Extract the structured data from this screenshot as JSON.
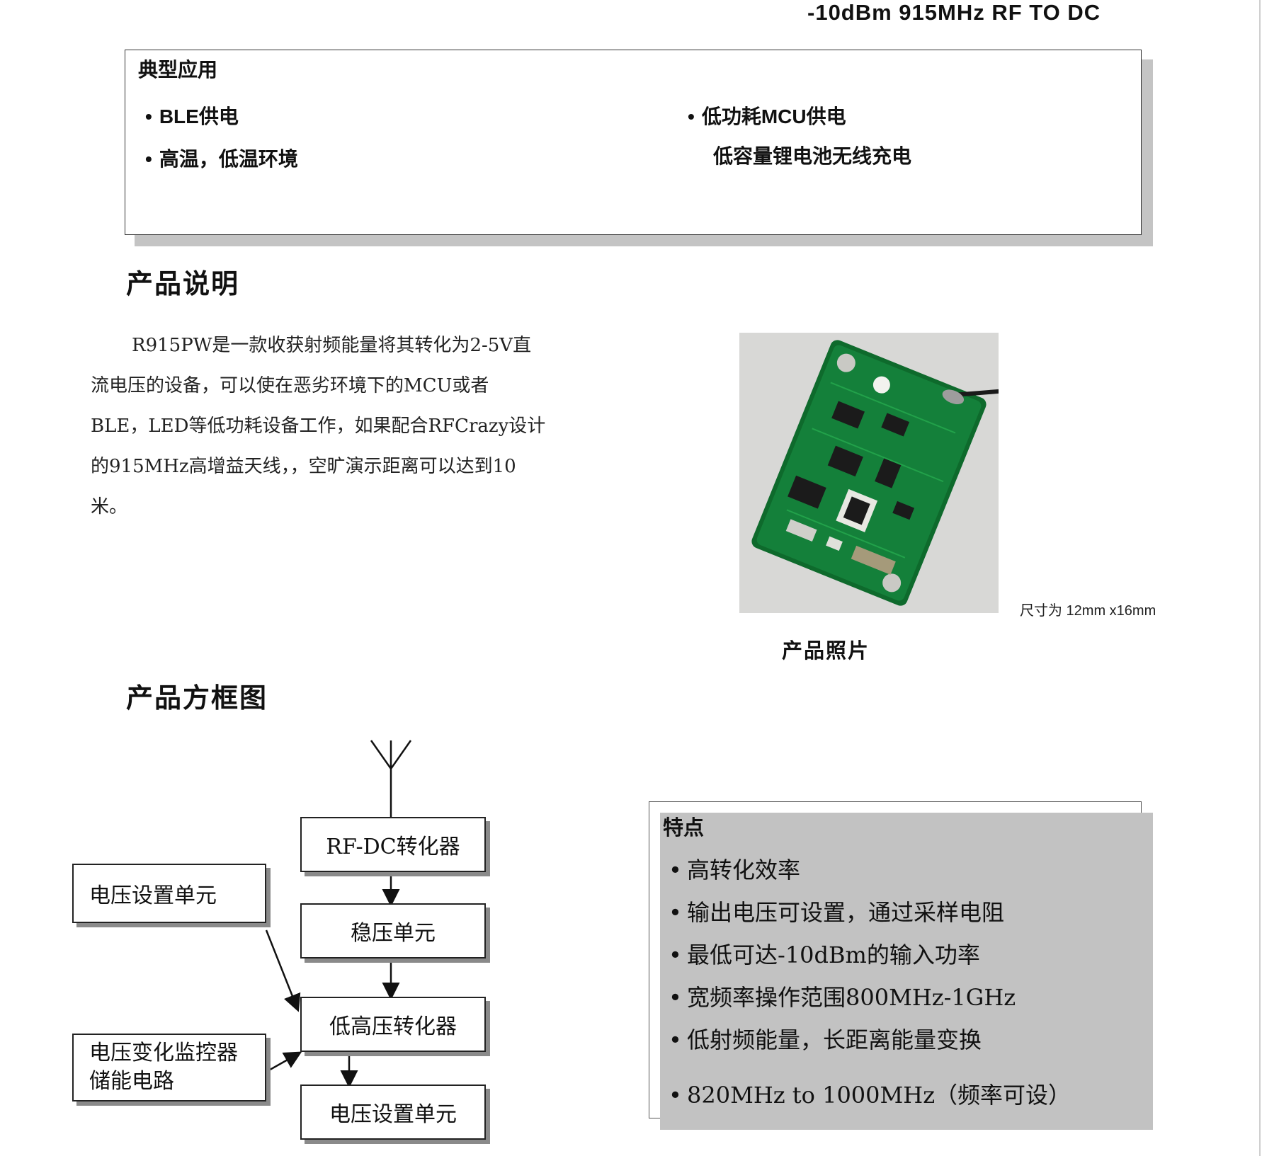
{
  "header": {
    "title": "-10dBm 915MHz RF TO DC"
  },
  "applications": {
    "title": "典型应用",
    "items": [
      "BLE供电",
      "高温，低温环境",
      "低功耗MCU供电",
      "低容量锂电池无线充电"
    ]
  },
  "description": {
    "title": "产品说明",
    "lines": [
      "R915PW是一款收获射频能量将其转化为2-5V直",
      "流电压的设备，可以使在恶劣环境下的MCU或者",
      "BLE，LED等低功耗设备工作，如果配合RFCrazy设计",
      "的915MHz高增益天线，，空旷演示距离可以达到10",
      "米。"
    ]
  },
  "photo": {
    "size_note": "尺寸为 12mm x16mm",
    "caption": "产品照片"
  },
  "block_diagram": {
    "title": "产品方框图",
    "blocks": {
      "rf_dc": "RF-DC转化器",
      "regulator": "稳压单元",
      "boost": "低高压转化器",
      "output": "电压设置单元",
      "voltage_setting": "电压设置单元",
      "monitor_line1": "电压变化监控器",
      "monitor_line2": "储能电路"
    }
  },
  "features": {
    "title": "特点",
    "items": [
      "高转化效率",
      "输出电压可设置，通过采样电阻",
      "最低可达-10dBm的输入功率",
      "宽频率操作范围800MHz-1GHz",
      "低射频能量，长距离能量变换",
      "820MHz to 1000MHz（频率可设）"
    ]
  }
}
